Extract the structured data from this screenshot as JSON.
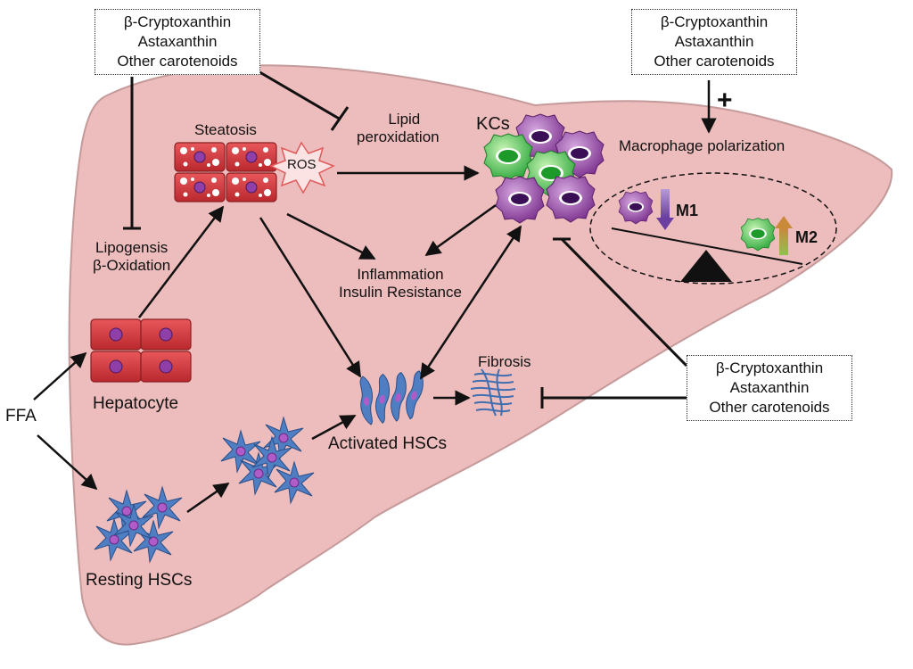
{
  "carotenoid_box": {
    "line1": "β-Cryptoxanthin",
    "line2": "Astaxanthin",
    "line3": "Other carotenoids"
  },
  "labels": {
    "steatosis": "Steatosis",
    "ros": "ROS",
    "lipid_peroxidation_1": "Lipid",
    "lipid_peroxidation_2": "peroxidation",
    "kcs": "KCs",
    "macrophage_polarization": "Macrophage polarization",
    "m1": "M1",
    "m2": "M2",
    "plus": "+",
    "lipogenesis": "Lipogensis",
    "beta_oxidation": "β-Oxidation",
    "inflammation": "Inflammation",
    "insulin_resistance": "Insulin Resistance",
    "hepatocyte": "Hepatocyte",
    "ffa": "FFA",
    "fibrosis": "Fibrosis",
    "activated_hscs": "Activated HSCs",
    "resting_hscs": "Resting HSCs"
  },
  "colors": {
    "liver": "#edbcbc",
    "liver_outline": "#b88a8a",
    "hepatocyte_red": "#d9484c",
    "hepatocyte_dark": "#a82a2f",
    "nucleus_purple": "#8f3fa8",
    "kc_purple": "#8a3c9a",
    "kc_green": "#3fc24a",
    "hsc_blue": "#4f7fc2"
  }
}
